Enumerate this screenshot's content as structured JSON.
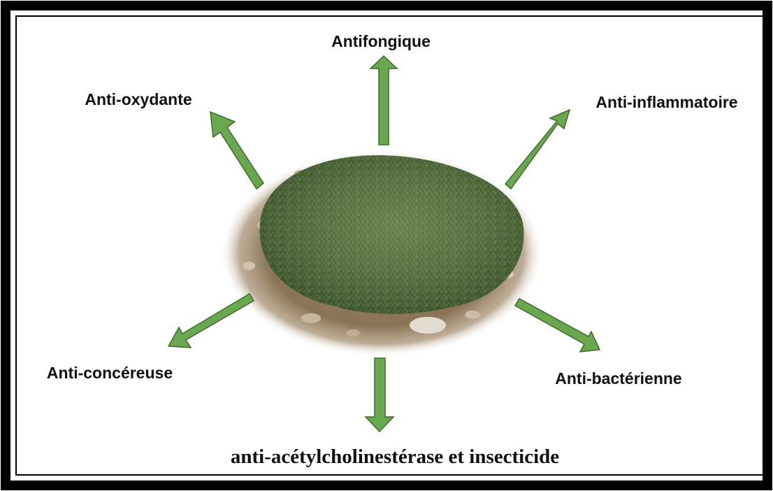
{
  "diagram": {
    "center_image": "plant-shrub-photo",
    "arrow_color": "#6aa84f",
    "arrow_outline": "#3f6b2c",
    "labels": {
      "top": "Antifongique",
      "top_left": "Anti-oxydante",
      "top_right": "Anti-inflammatoire",
      "bottom_left": "Anti-concéreuse",
      "bottom_right": "Anti-bactérienne",
      "bottom": "anti-acétylcholinestérase et insecticide"
    }
  }
}
